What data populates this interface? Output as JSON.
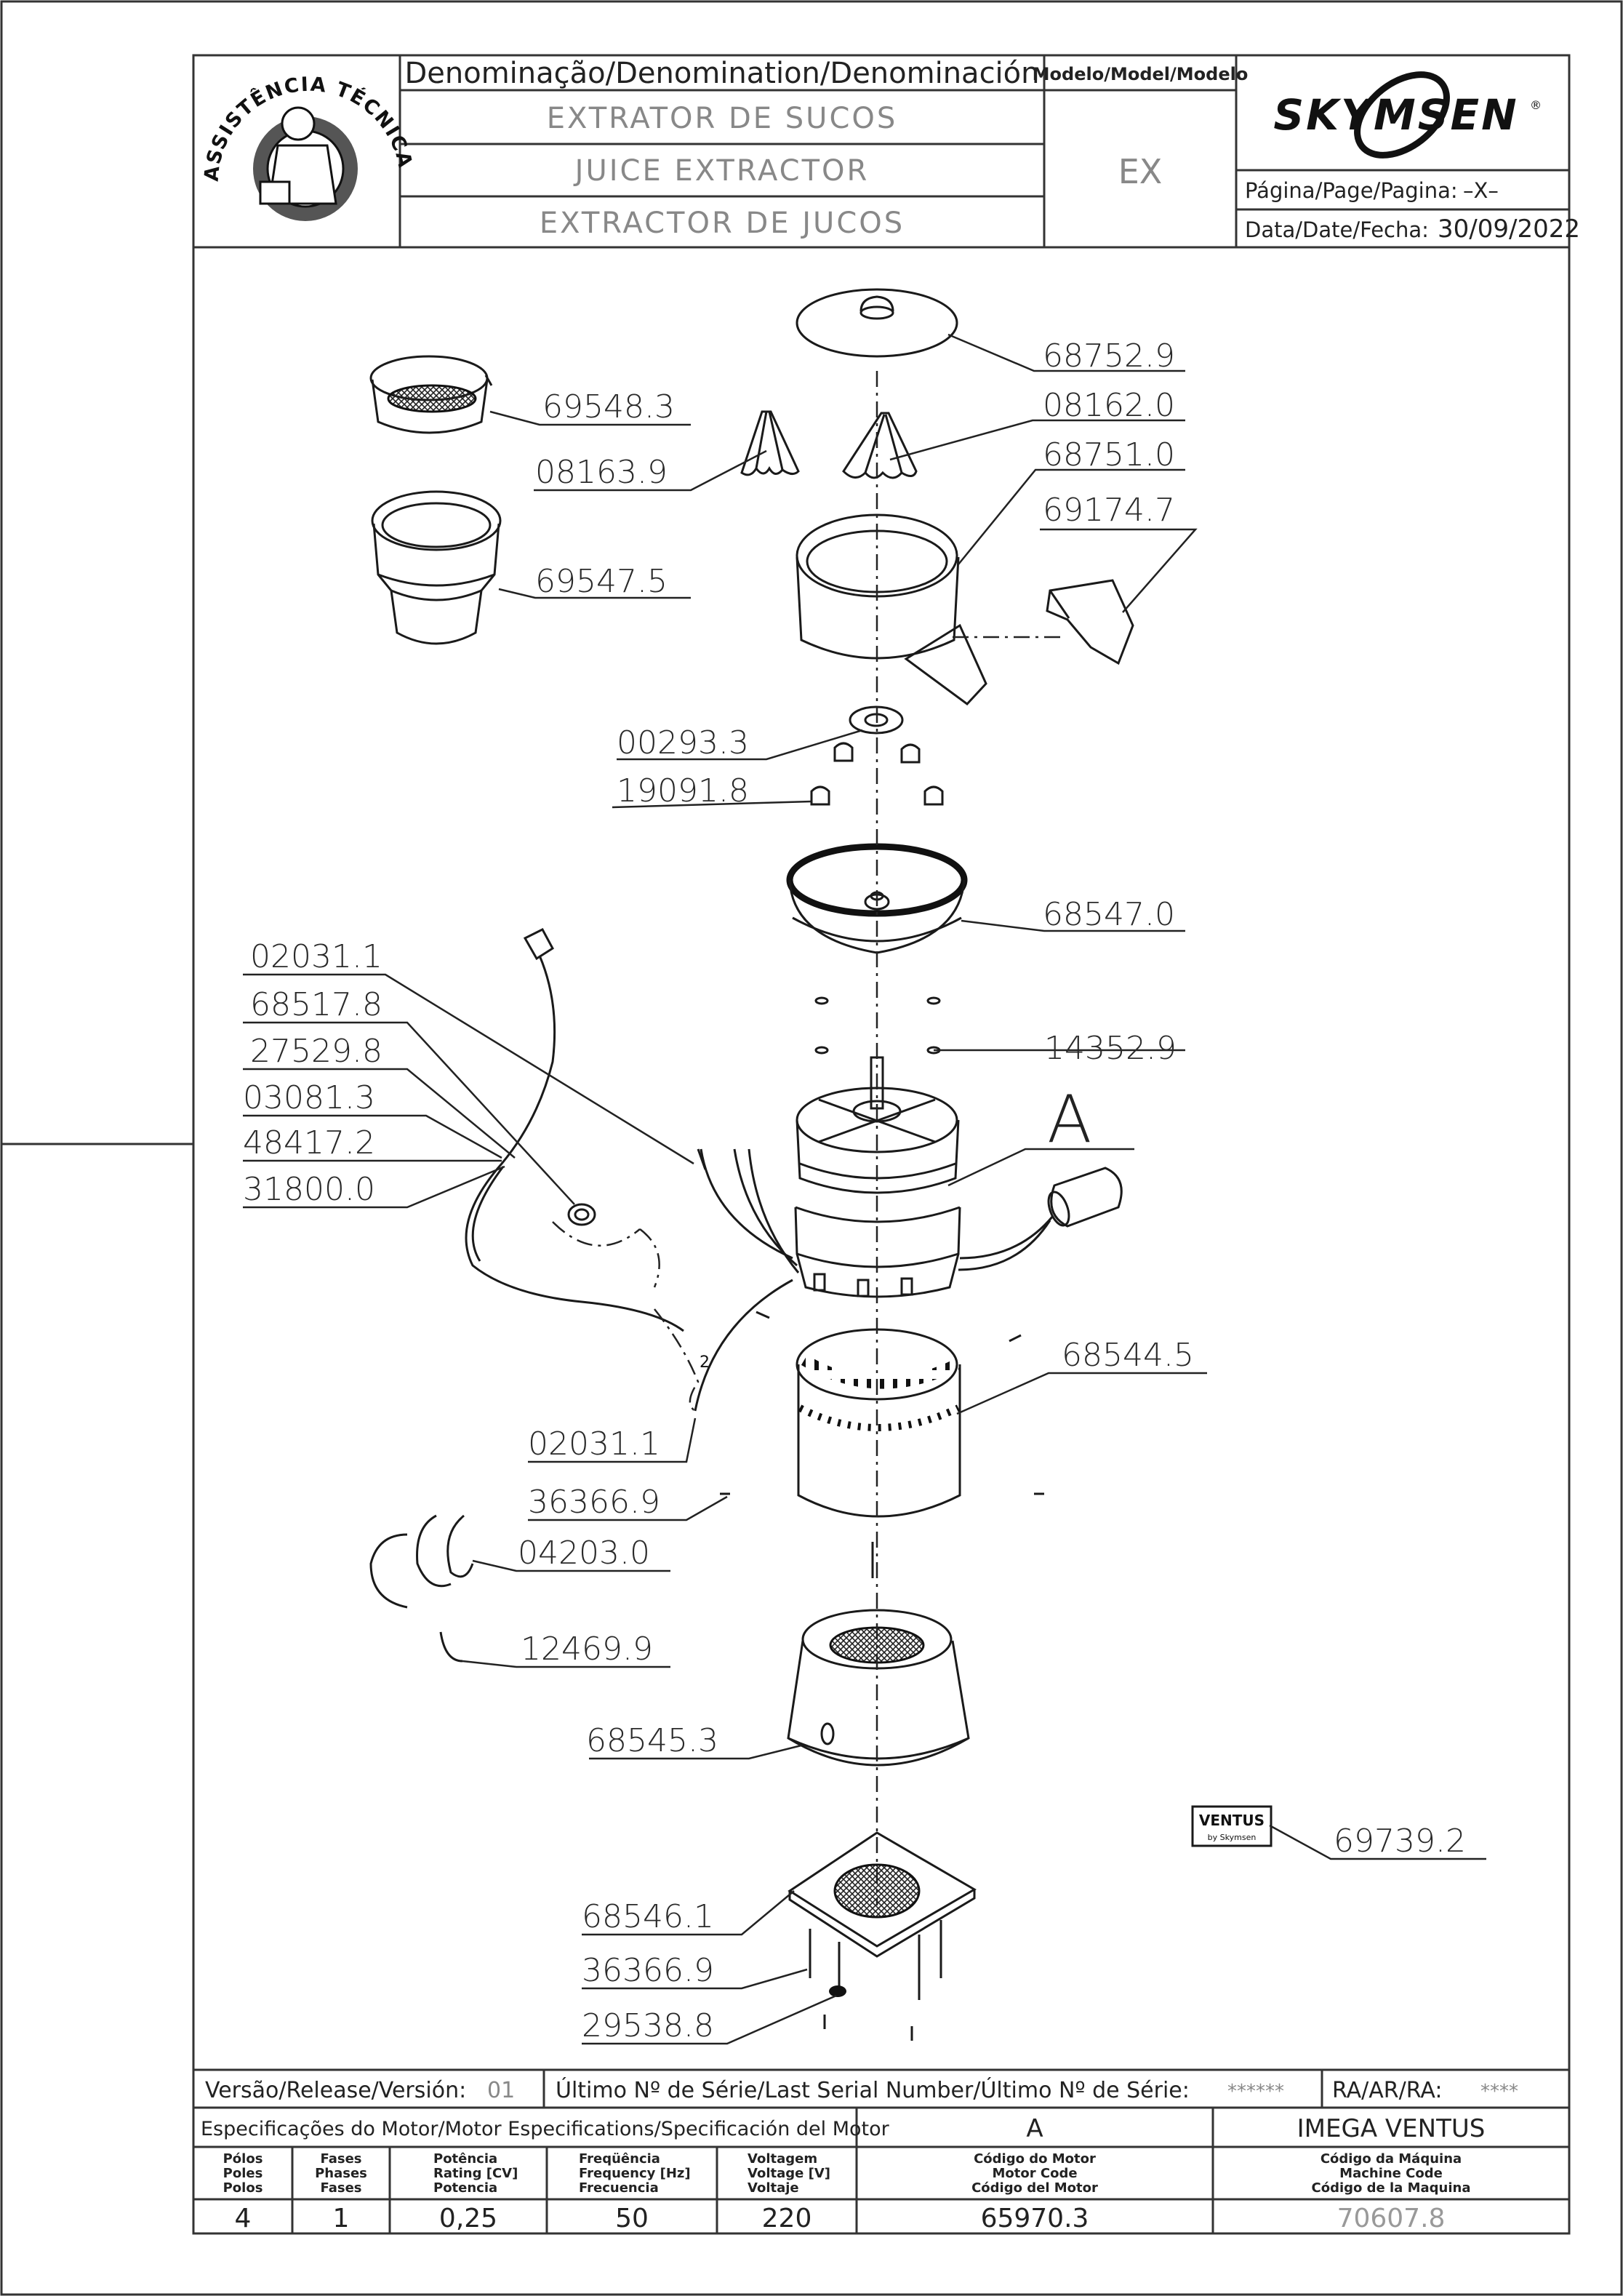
{
  "header": {
    "denomination_title": "Denominação/Denomination/Denominación",
    "names": [
      "EXTRATOR DE SUCOS",
      "JUICE EXTRACTOR",
      "EXTRACTOR DE JUCOS"
    ],
    "model_title": "Modelo/Model/Modelo",
    "model": "EX",
    "brand": "SKYMSEN",
    "brand_mark": "®",
    "page_label": "Página/Page/Pagina:",
    "page_value": "–X–",
    "date_label": "Data/Date/Fecha:",
    "date_value": "30/09/2022",
    "seal_text": "ASSISTÊNCIA TÉCNICA AUTORIZADA"
  },
  "parts": [
    "68752.9",
    "69548.3",
    "08162.0",
    "08163.9",
    "68751.0",
    "69174.7",
    "69547.5",
    "00293.3",
    "19091.8",
    "68547.0",
    "02031.1",
    "68517.8",
    "27529.8",
    "03081.3",
    "48417.2",
    "31800.0",
    "14352.9",
    "A",
    "68544.5",
    "02031.1",
    "36366.9",
    "04203.0",
    "12469.9",
    "68545.3",
    "69739.2",
    "68546.1",
    "36366.9",
    "29538.8"
  ],
  "badge": {
    "title": "VENTUS",
    "subtitle": "by Skymsen"
  },
  "wire_number": "2",
  "footer": {
    "version_label": "Versão/Release/Versión:",
    "version_value": "01",
    "serial_label": "Último Nº de Série/Last Serial Number/Último Nº de Série:",
    "serial_value": "******",
    "ra_label": "RA/AR/RA:",
    "ra_value": "****",
    "spec_title": "Especificações do Motor/Motor Especifications/Specificación del Motor",
    "motor_letter": "A",
    "machine_brand": "IMEGA VENTUS",
    "columns": [
      {
        "labels": [
          "Pólos",
          "Poles",
          "Polos"
        ],
        "value": "4"
      },
      {
        "labels": [
          "Fases",
          "Phases",
          "Fases"
        ],
        "value": "1"
      },
      {
        "labels": [
          "Potência",
          "Rating [CV]",
          "Potencia"
        ],
        "value": "0,25"
      },
      {
        "labels": [
          "Freqüência",
          "Frequency [Hz]",
          "Frecuencia"
        ],
        "value": "50"
      },
      {
        "labels": [
          "Voltagem",
          "Voltage [V]",
          "Voltaje"
        ],
        "value": "220"
      },
      {
        "labels": [
          "Código do Motor",
          "Motor Code",
          "Código del Motor"
        ],
        "value": "65970.3"
      },
      {
        "labels": [
          "Código da Máquina",
          "Machine Code",
          "Código de la Maquina"
        ],
        "value": "70607.8"
      }
    ]
  },
  "colors": {
    "line": "#222222",
    "muted": "#8a8a8a",
    "brand": "#111111"
  }
}
